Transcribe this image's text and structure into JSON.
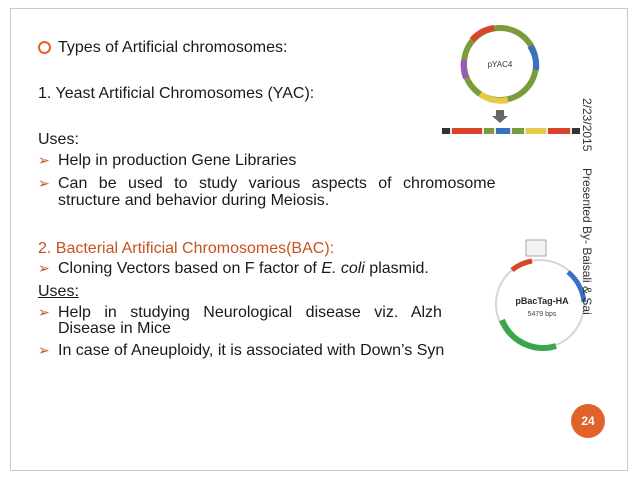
{
  "slide": {
    "title_line": "Types of Artificial chromosomes:",
    "yac_heading": "1. Yeast Artificial Chromosomes (YAC):",
    "uses_label_1": "Uses:",
    "yac_uses": [
      "Help in production Gene Libraries",
      "Can be used to study various aspects of chromosome",
      "structure and behavior during Meiosis."
    ],
    "bac_heading": "2. Bacterial Artificial Chromosomes(BAC):",
    "bac_point_pre": "Cloning Vectors based on F factor of ",
    "bac_point_em": "E. coli",
    "bac_point_post": " plasmid.",
    "uses_label_2": "Uses:",
    "bac_uses": [
      "Help in studying Neurological disease viz. Alzh",
      "Disease in Mice",
      "In case of Aneuploidy, it is associated with Down’s Syn"
    ],
    "date": "2/23/2015",
    "presenter": "Presented By- Baisali & Sai",
    "page_number": "24"
  },
  "figures": {
    "yac_plasmid_label": "pYAC4",
    "bac_plasmid_label": "pBacTag-HA",
    "bac_plasmid_size": "5479 bps"
  },
  "colors": {
    "accent_orange": "#c8511d",
    "page_circle": "#e2622c"
  },
  "icons": [
    "hollow-circle-bullet-icon",
    "arrow-bullet-icon"
  ]
}
